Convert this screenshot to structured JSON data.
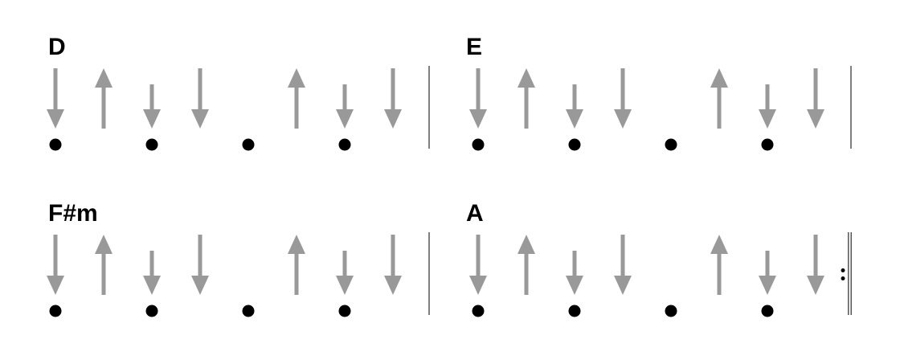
{
  "colors": {
    "arrow": "#999999",
    "beat_dot": "#000000",
    "barline": "#555555",
    "background": "#ffffff"
  },
  "strum_pattern": [
    {
      "beat": "1",
      "stroke": "down",
      "size": "long"
    },
    {
      "beat": "1&",
      "stroke": "up",
      "size": "long"
    },
    {
      "beat": "2",
      "stroke": "down",
      "size": "short"
    },
    {
      "beat": "2&",
      "stroke": "down",
      "size": "long"
    },
    {
      "beat": "3",
      "stroke": "none",
      "size": ""
    },
    {
      "beat": "3&",
      "stroke": "up",
      "size": "long"
    },
    {
      "beat": "4",
      "stroke": "down",
      "size": "short"
    },
    {
      "beat": "4&",
      "stroke": "down",
      "size": "long"
    }
  ],
  "rows": [
    {
      "measures": [
        {
          "chord": "D",
          "end_barline": "single"
        },
        {
          "chord": "E",
          "end_barline": "single"
        }
      ]
    },
    {
      "measures": [
        {
          "chord": "F#m",
          "end_barline": "single"
        },
        {
          "chord": "A",
          "end_barline": "repeat-end"
        }
      ]
    }
  ]
}
